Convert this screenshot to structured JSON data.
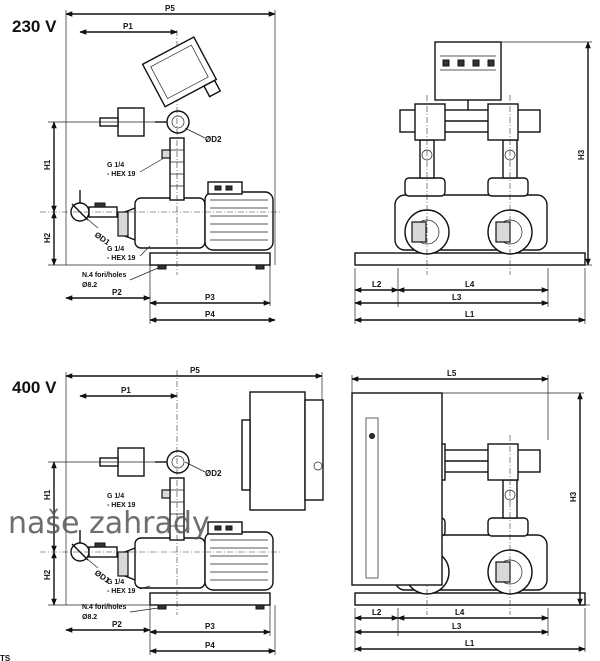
{
  "top": {
    "voltage": "230 V",
    "labels": {
      "p5": "P5",
      "p1": "P1",
      "d2": "ØD2",
      "h1": "H1",
      "h2": "H2",
      "d1": "ØD1",
      "g1": "G 1/4",
      "hex1": "- HEX 19",
      "g2": "G 1/4",
      "hex2": "- HEX 19",
      "holes": "N.4 fori/holes",
      "bolt": "Ø8.2",
      "p2": "P2",
      "p3": "P3",
      "p4": "P4",
      "h3": "H3",
      "l2": "L2",
      "l4": "L4",
      "l3": "L3",
      "l1": "L1"
    }
  },
  "bottom": {
    "voltage": "400 V",
    "labels": {
      "p5": "P5",
      "p1": "P1",
      "d2": "ØD2",
      "h1": "H1",
      "h2": "H2",
      "d1": "ØD1",
      "g1": "G 1/4",
      "hex1": "- HEX 19",
      "g2": "G 1/4",
      "hex2": "- HEX 19",
      "holes": "N.4 fori/holes",
      "bolt": "Ø8.2",
      "p2": "P2",
      "p3": "P3",
      "p4": "P4",
      "l5": "L5",
      "h3": "H3",
      "l2": "L2",
      "l4": "L4",
      "l3": "L3",
      "l1": "L1"
    }
  },
  "watermark": "naše zahrady",
  "corner_fragment": "TS"
}
